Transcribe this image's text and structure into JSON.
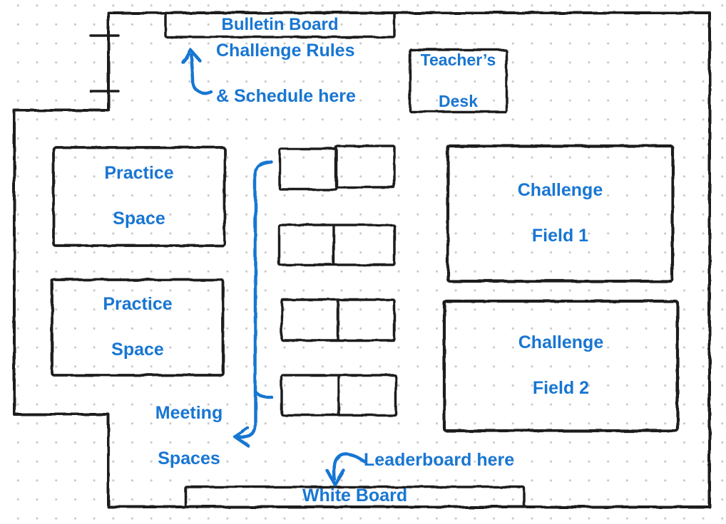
{
  "colors": {
    "wall_ink": "#1e1e1e",
    "annotation_blue": "#1876d2",
    "dot_grid": "#c9c9c9",
    "background": "#ffffff"
  },
  "rooms": {
    "bulletin_board": {
      "label": "Bulletin Board"
    },
    "teachers_desk": {
      "lines": [
        "Teacher’s",
        "Desk"
      ]
    },
    "practice_space_1": {
      "lines": [
        "Practice",
        "Space"
      ]
    },
    "practice_space_2": {
      "lines": [
        "Practice",
        "Space"
      ]
    },
    "challenge_field_1": {
      "lines": [
        "Challenge",
        "Field 1"
      ]
    },
    "challenge_field_2": {
      "lines": [
        "Challenge",
        "Field 2"
      ]
    },
    "white_board": {
      "label": "White Board"
    }
  },
  "furniture": {
    "meeting_table_groups": 4,
    "tables_per_group": 2
  },
  "annotations": {
    "rules_schedule": {
      "lines": [
        "Challenge Rules",
        "& Schedule here"
      ]
    },
    "meeting_spaces": {
      "lines": [
        "Meeting",
        "Spaces"
      ]
    },
    "leaderboard": {
      "label": "Leaderboard here"
    }
  }
}
